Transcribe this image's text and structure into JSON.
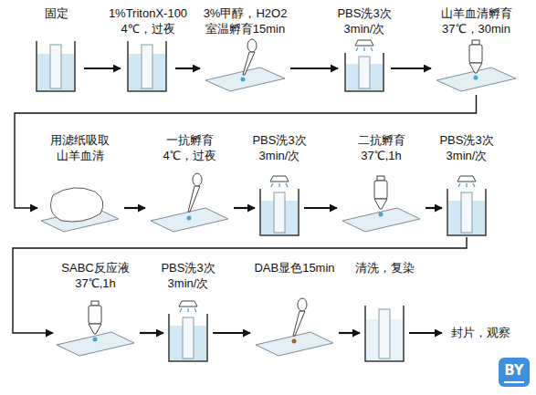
{
  "diagram": {
    "nodes": [
      {
        "text": [
          "固定"
        ]
      },
      {
        "text": [
          "1%TritonX-100 4℃，过夜"
        ]
      },
      {
        "text": [
          "3%甲醇，H2O2 室温孵育15min"
        ]
      },
      {
        "text": [
          "PBS洗3次 3min/次"
        ]
      },
      {
        "text": [
          "山羊血清孵育 37℃，30min"
        ]
      },
      {
        "text": [
          "用滤纸吸取 山羊血清"
        ]
      },
      {
        "text": [
          "一抗孵育 4℃，过夜"
        ]
      },
      {
        "text": [
          "PBS洗3次 3min/次"
        ]
      },
      {
        "text": [
          "二抗孵育 37℃,1h"
        ]
      },
      {
        "text": [
          "PBS洗3次 3min/次"
        ]
      },
      {
        "text": [
          "SABC反应液 37℃,1h"
        ]
      },
      {
        "text": [
          "PBS洗3次 3min/次"
        ]
      },
      {
        "text": [
          "DAB显色15min"
        ]
      },
      {
        "text": [
          "清洗，复染"
        ]
      },
      {
        "text": [
          "封片，观察"
        ]
      }
    ],
    "edges": [
      {
        "from": 0,
        "to": 1,
        "arrow": "to"
      },
      {
        "from": 1,
        "to": 2,
        "arrow": "to"
      },
      {
        "from": 2,
        "to": 3,
        "arrow": "to"
      },
      {
        "from": 3,
        "to": 4,
        "arrow": "to"
      },
      {
        "from": 4,
        "to": 5,
        "arrow": "to"
      },
      {
        "from": 5,
        "to": 6,
        "arrow": "to"
      },
      {
        "from": 6,
        "to": 7,
        "arrow": "to"
      },
      {
        "from": 7,
        "to": 8,
        "arrow": "to"
      },
      {
        "from": 8,
        "to": 9,
        "arrow": "to"
      },
      {
        "from": 9,
        "to": 10,
        "arrow": "to"
      },
      {
        "from": 10,
        "to": 11,
        "arrow": "to"
      },
      {
        "from": 11,
        "to": 12,
        "arrow": "to"
      },
      {
        "from": 12,
        "to": 13,
        "arrow": "to"
      },
      {
        "from": 13,
        "to": 14,
        "arrow": "to"
      }
    ],
    "labels": [
      "BY"
    ]
  }
}
